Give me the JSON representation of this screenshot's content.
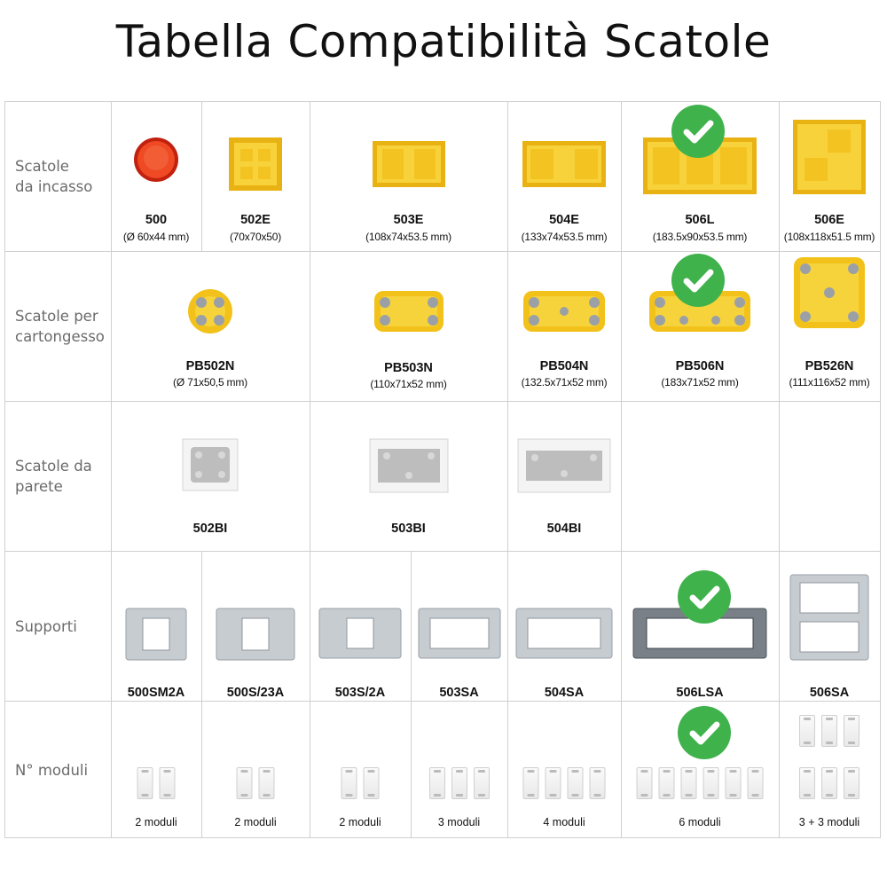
{
  "title": "Tabella Compatibilità Scatole",
  "rows": {
    "incasso": "Scatole\nda incasso",
    "cartongesso": "Scatole per\ncartongesso",
    "parete": "Scatole da\nparete",
    "supporti": "Supporti",
    "moduli": "N° moduli"
  },
  "incasso": [
    {
      "name": "500",
      "dim": "(Ø 60x44 mm)"
    },
    {
      "name": "502E",
      "dim": "(70x70x50)"
    },
    {
      "name": "503E",
      "dim": "(108x74x53.5 mm)"
    },
    {
      "name": "504E",
      "dim": "(133x74x53.5 mm)"
    },
    {
      "name": "506L",
      "dim": "(183.5x90x53.5 mm)"
    },
    {
      "name": "506E",
      "dim": "(108x118x51.5 mm)"
    }
  ],
  "cartongesso": [
    {
      "name": "PB502N",
      "dim": "(Ø 71x50,5 mm)"
    },
    {
      "name": "PB503N",
      "dim": "(110x71x52 mm)"
    },
    {
      "name": "PB504N",
      "dim": "(132.5x71x52 mm)"
    },
    {
      "name": "PB506N",
      "dim": "(183x71x52 mm)"
    },
    {
      "name": "PB526N",
      "dim": "(111x116x52 mm)"
    }
  ],
  "parete": [
    {
      "name": "502BI"
    },
    {
      "name": "503BI"
    },
    {
      "name": "504BI"
    }
  ],
  "supporti": [
    {
      "name": "500SM2A"
    },
    {
      "name": "500S/23A"
    },
    {
      "name": "503S/2A"
    },
    {
      "name": "503SA"
    },
    {
      "name": "504SA"
    },
    {
      "name": "506LSA"
    },
    {
      "name": "506SA"
    }
  ],
  "moduli": [
    {
      "label": "2 moduli",
      "count": 2
    },
    {
      "label": "2 moduli",
      "count": 2
    },
    {
      "label": "2 moduli",
      "count": 2
    },
    {
      "label": "3 moduli",
      "count": 3
    },
    {
      "label": "4 moduli",
      "count": 4
    },
    {
      "label": "6 moduli",
      "count": 6
    },
    {
      "label": "3 + 3 moduli",
      "count": 6
    }
  ],
  "colors": {
    "check": "#3fb24c",
    "yellow": "#f5c81c",
    "red": "#e8391a",
    "grid": "#cfcfcf"
  }
}
